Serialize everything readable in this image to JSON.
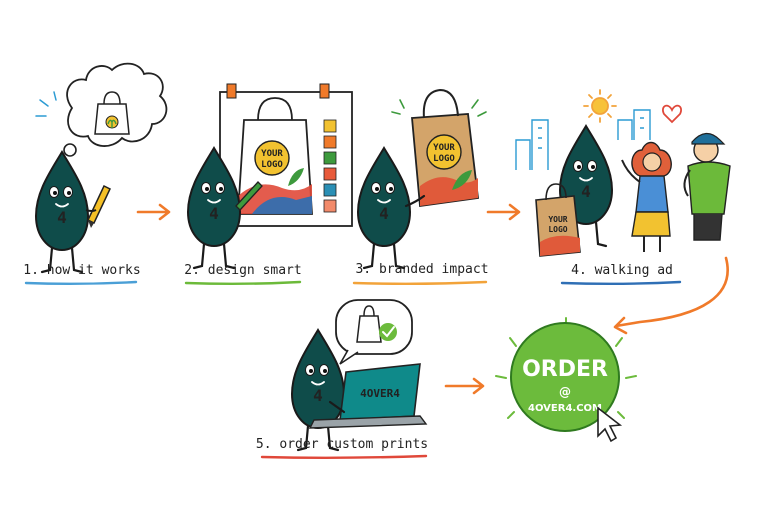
{
  "steps": [
    {
      "label": "1. how it works",
      "underline": "#4a9fd6"
    },
    {
      "label": "2. design smart",
      "underline": "#6cba3a"
    },
    {
      "label": "3. branded impact",
      "underline": "#f2a33a"
    },
    {
      "label": "4. walking ad",
      "underline": "#2f6fb5"
    },
    {
      "label": "5. order custom prints",
      "underline": "#e0483a"
    }
  ],
  "mascot": {
    "number": "4",
    "color": "#0f4c4a"
  },
  "bag_logo": {
    "line1": "YOUR",
    "line2": "LOGO"
  },
  "laptop_brand": "4OVER4",
  "cta": {
    "line1": "ORDER",
    "line2": "@",
    "line3": "4OVER4.COM",
    "color": "#6cbb3c"
  },
  "colors": {
    "arrow": "#f07a2a",
    "ink": "#222222",
    "kraft": "#d3a46a"
  },
  "icons": [
    "thought-bubble",
    "bag-icon",
    "pencil-icon",
    "easel-board",
    "color-swatches",
    "shopping-bag",
    "city-skyline",
    "sun-icon",
    "heart-icon",
    "laptop-icon",
    "checkmark-icon",
    "cursor-icon"
  ]
}
